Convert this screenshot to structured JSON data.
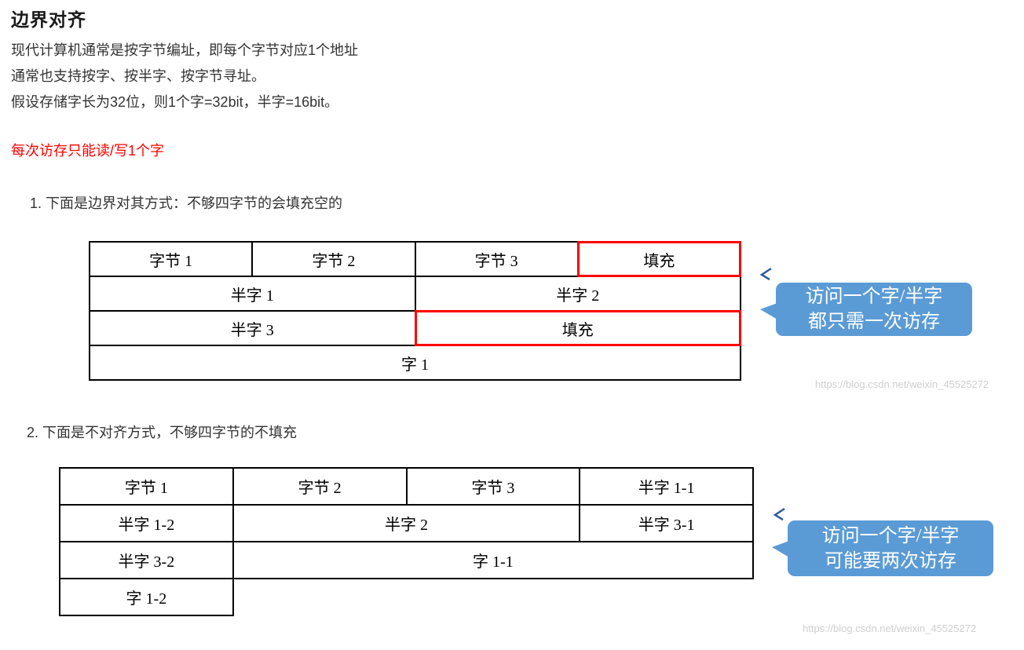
{
  "doc": {
    "title": "边界对齐",
    "paragraph": {
      "line1": "现代计算机通常是按字节编址，即每个字节对应1个地址",
      "line2": "通常也支持按字、按半字、按字节寻址。",
      "line3": "假设存储字长为32位，则1个字=32bit，半字=16bit。"
    },
    "red_note": "每次访存只能读/写1个字",
    "list_item_1": "1. 下面是边界对其方式：不够四字节的会填充空的",
    "list_item_2": "2. 下面是不对齐方式，不够四字节的不填充"
  },
  "aligned_table": {
    "r1": [
      "字节 1",
      "字节 2",
      "字节 3",
      "填充"
    ],
    "r2": [
      "半字 1",
      "半字 2"
    ],
    "r3": [
      "半字 3",
      "填充"
    ],
    "r4": [
      "字 1"
    ]
  },
  "unaligned_table": {
    "r1": [
      "字节 1",
      "字节 2",
      "字节 3",
      "半字 1-1"
    ],
    "r2": [
      "半字 1-2",
      "半字 2",
      "半字 3-1"
    ],
    "r3": [
      "半字 3-2",
      "字 1-1"
    ],
    "r4": [
      "字 1-2"
    ]
  },
  "callout_aligned": {
    "line1": "访问一个字/半字",
    "line2": "都只需一次访存"
  },
  "callout_unaligned": {
    "line1": "访问一个字/半字",
    "line2": "可能要两次访存"
  },
  "watermark": "https://blog.csdn.net/weixin_45525272",
  "colors": {
    "callout_blue": "#5B9BD5",
    "highlight_red": "#FF0000",
    "watermark_gray": "#CFCFCF",
    "arrow_dark_blue": "#2E5B9E"
  }
}
